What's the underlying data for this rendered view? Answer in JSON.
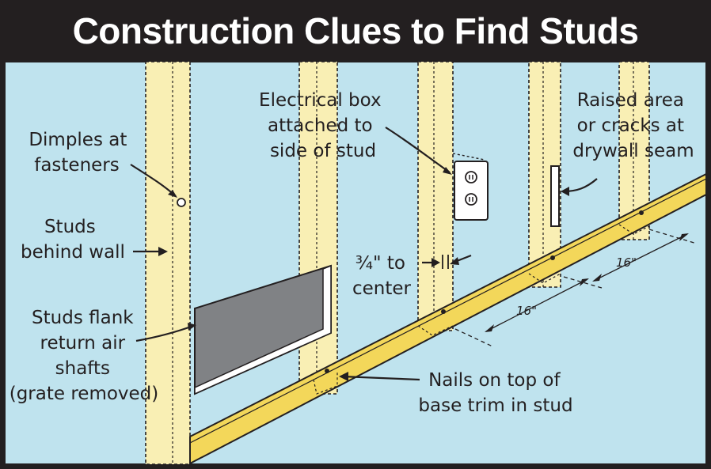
{
  "title": "Construction Clues to Find Studs",
  "labels": {
    "dimples": [
      "Dimples at",
      "fasteners"
    ],
    "studs_behind": [
      "Studs",
      "behind wall"
    ],
    "studs_flank": [
      "Studs flank",
      "return air",
      "shafts",
      "(grate removed)"
    ],
    "electrical_box": [
      "Electrical box",
      "attached to",
      "side of stud"
    ],
    "raised_area": [
      "Raised area",
      "or cracks at",
      "drywall seam"
    ],
    "offset": [
      "¾\" to",
      "center"
    ],
    "nails": [
      "Nails on top of",
      "base trim in stud"
    ],
    "spacing_a": "16\"",
    "spacing_b": "16\""
  },
  "colors": {
    "wall": "#bfe3ee",
    "stud": "#f9efb4",
    "trim": "#f3d75a",
    "ink": "#231f20",
    "opening": "#808285",
    "outlet": "#ffffff"
  }
}
